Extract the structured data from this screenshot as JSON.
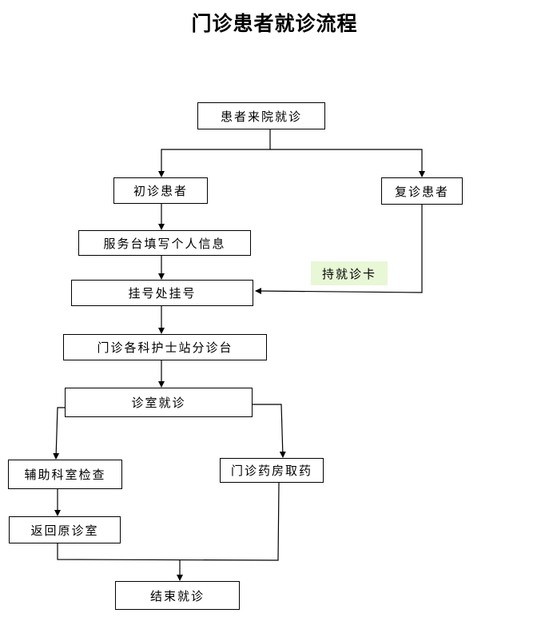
{
  "title": "门诊患者就诊流程",
  "colors": {
    "line": "#000000",
    "note_background": "#e8f7d6"
  },
  "nodes": {
    "start": "患者来院就诊",
    "new_patient": "初诊患者",
    "return_patient": "复诊患者",
    "service_desk": "服务台填写个人信息",
    "registration": "挂号处挂号",
    "nurse_station": "门诊各科护士站分诊台",
    "consulting_room": "诊室就诊",
    "auxiliary_exam": "辅助科室检查",
    "pharmacy": "门诊药房取药",
    "return_room": "返回原诊室",
    "end": "结束就诊"
  },
  "note": "持就诊卡"
}
